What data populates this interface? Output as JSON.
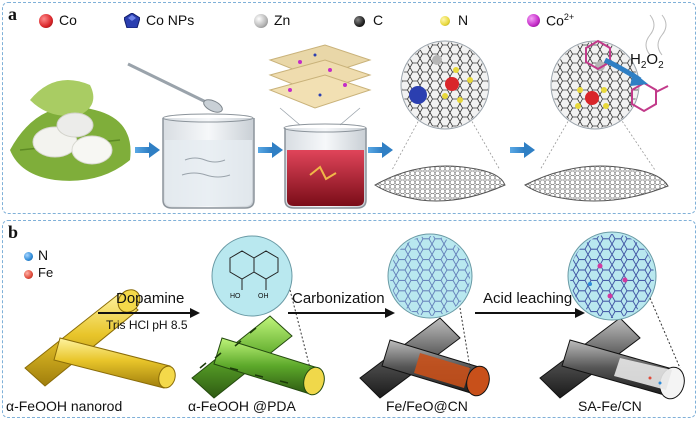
{
  "panel_a": {
    "label": "a",
    "legend": [
      {
        "label": "Co",
        "color": "#d9262a"
      },
      {
        "label": "Co NPs",
        "color": "#2b3fb0"
      },
      {
        "label": "Zn",
        "color": "#b5b5b5"
      },
      {
        "label": "C",
        "color": "#222222"
      },
      {
        "label": "N",
        "color": "#e8d83a"
      },
      {
        "label": "Co",
        "sup": "2+",
        "color": "#c42bc8"
      }
    ],
    "product_label": "H",
    "product_sub": "2",
    "product_tail": "O",
    "product_sub2": "2"
  },
  "panel_b": {
    "label": "b",
    "legend": [
      {
        "label": "N",
        "color": "#2e8bd8"
      },
      {
        "label": "Fe",
        "color": "#e04a3a"
      }
    ],
    "step1_label": "Dopamine",
    "step1_sub": "Tris HCl pH 8.5",
    "step2_label": "Carbonization",
    "step3_label": "Acid leaching",
    "captions": [
      "α-FeOOH nanorod",
      "α-FeOOH @PDA",
      "Fe/FeO@CN",
      "SA-Fe/CN"
    ]
  }
}
